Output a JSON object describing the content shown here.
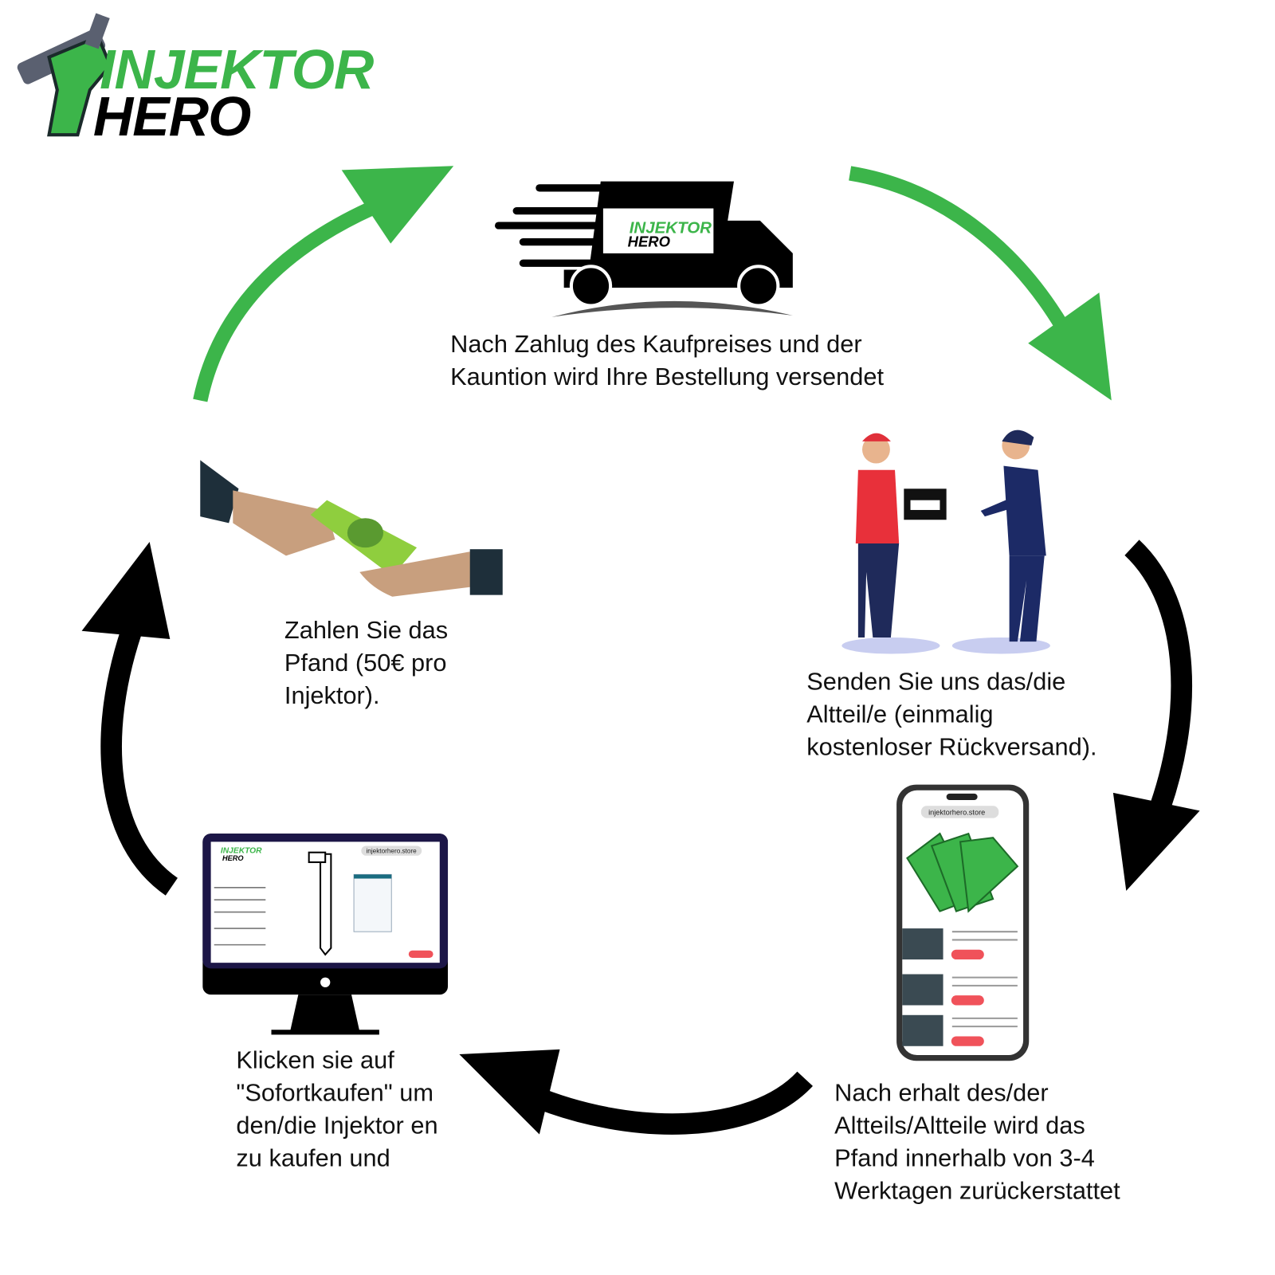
{
  "logo": {
    "line1": "INJEKTOR",
    "line2": "HERO"
  },
  "colors": {
    "green": "#3cb54a",
    "black": "#000000",
    "accent_red": "#f0525a",
    "screen_frame": "#1c1647"
  },
  "steps": [
    {
      "id": "ship",
      "lines": [
        "Nach Zahlug des Kaufpreises und der",
        "Kauntion wird Ihre Bestellung versendet"
      ]
    },
    {
      "id": "return",
      "lines": [
        "Senden Sie uns das/die",
        "Altteil/e (einmalig",
        "kostenloser Rückversand)."
      ]
    },
    {
      "id": "refund",
      "lines": [
        "Nach erhalt des/der",
        "Altteils/Altteile wird das",
        "Pfand innerhalb von 3-4",
        "Werktagen zurückerstattet"
      ]
    },
    {
      "id": "buy",
      "lines": [
        "Klicken sie auf",
        "\"Sofortkaufen\" um",
        "den/die Injektor en",
        "zu kaufen und"
      ]
    },
    {
      "id": "pay",
      "lines": [
        "Zahlen Sie das",
        "Pfand (50€ pro",
        "Injektor)."
      ]
    }
  ],
  "devices": {
    "url": "injektorhero.store"
  }
}
